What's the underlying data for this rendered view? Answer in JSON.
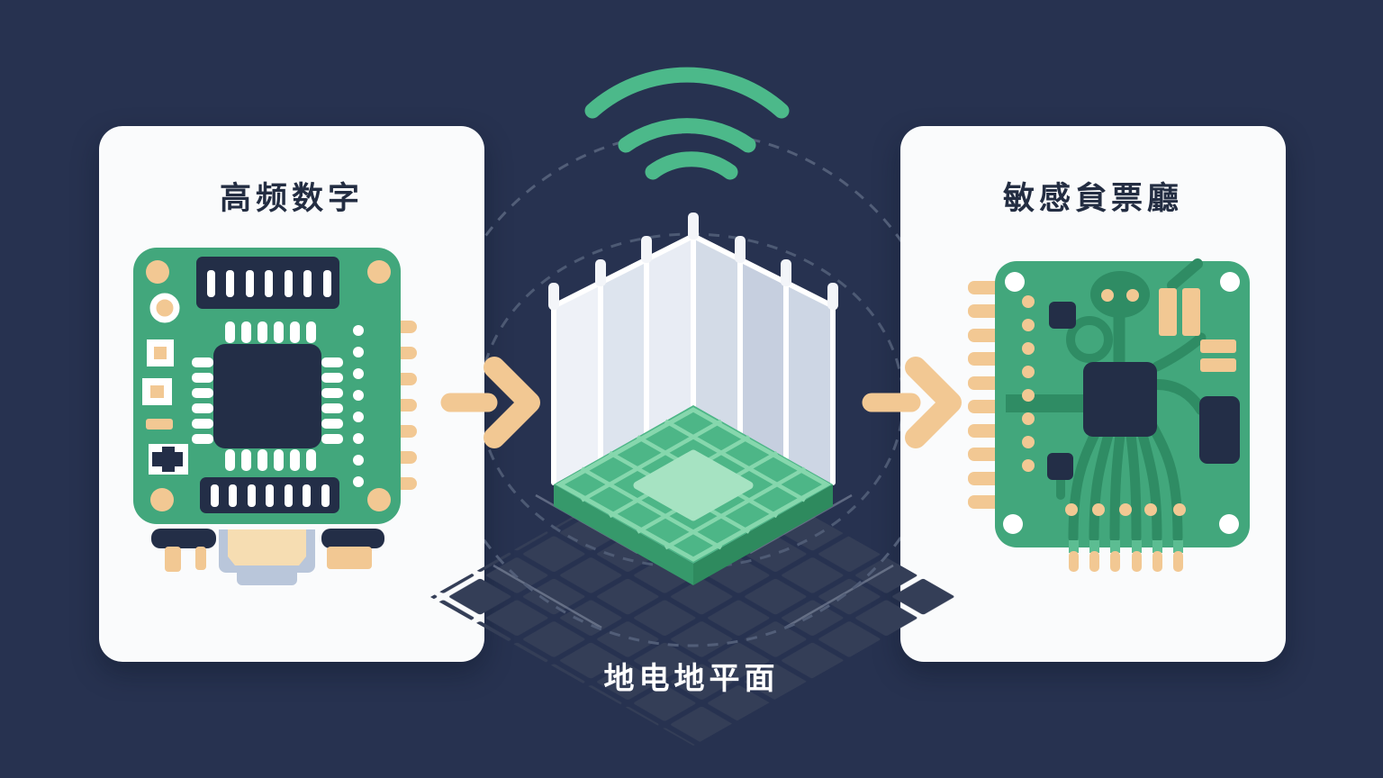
{
  "titles": {
    "left_card": "高频数字",
    "right_card": "敏感貟票廳"
  },
  "labels": {
    "ground_plane": "地电地平面"
  },
  "icons": {
    "wifi": "wifi-signal-waves",
    "arrow_left": "arrow-right",
    "arrow_right": "arrow-right",
    "shield": "isometric-shield-enclosure",
    "ground": "green-ground-plane-grid"
  },
  "colors": {
    "background": "#273250",
    "card": "#fafbfc",
    "board_green": "#42a77c",
    "trace_green": "#2f8c64",
    "component_navy": "#232e47",
    "pad_tan": "#f2c893",
    "wifi_green": "#4cb98a",
    "wall_light": "#e9edf4",
    "floor_green": "#4db687",
    "grid_line_green": "#86d7ad",
    "shadow_tile": "#343e57",
    "dashed_orbit": "#525e78",
    "title_text": "#232d42",
    "label_text": "#ffffff"
  }
}
